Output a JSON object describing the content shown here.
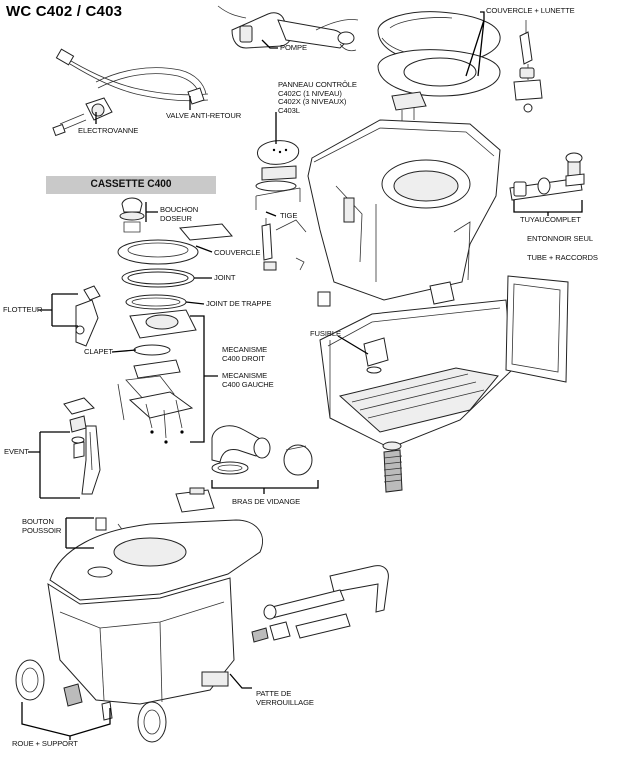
{
  "title": "WC C402 / C403",
  "cassette_banner": "CASSETTE C400",
  "labels": {
    "pompe": "POMPE",
    "couvercle_lunette": "COUVERCLE + LUNETTE",
    "panneau_controle": [
      "PANNEAU CONTRÔLE",
      "C402C (1 NIVEAU)",
      "C402X (3 NIVEAUX)",
      "C403L"
    ],
    "valve_anti_retour": "VALVE ANTI-RETOUR",
    "electrovanne": "ELECTROVANNE",
    "bouchon_doseur": [
      "BOUCHON",
      "DOSEUR"
    ],
    "tige": "TIGE",
    "tuyau_complet": "TUYAUCOMPLET",
    "entonnoir_seul": "ENTONNOIR SEUL",
    "tube_raccords": "TUBE + RACCORDS",
    "couvercle": "COUVERCLE",
    "joint": "JOINT",
    "joint_de_trappe": "JOINT DE TRAPPE",
    "flotteur": "FLOTTEUR",
    "fusible": "FUSIBLE",
    "clapet": "CLAPET",
    "mecanisme_droit": [
      "MECANISME",
      "C400 DROIT"
    ],
    "mecanisme_gauche": [
      "MECANISME",
      "C400 GAUCHE"
    ],
    "event": "EVENT",
    "bras_de_vidange": "BRAS DE VIDANGE",
    "bouton_poussoir": [
      "BOUTON",
      "POUSSOIR"
    ],
    "patte_de_verrouillage": [
      "PATTE DE",
      "VERROUILLAGE"
    ],
    "roue_support": "ROUE + SUPPORT"
  }
}
